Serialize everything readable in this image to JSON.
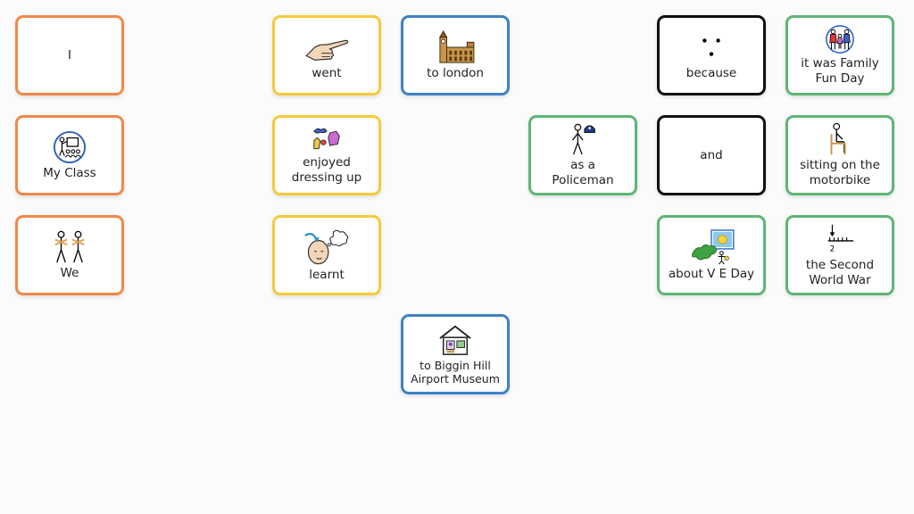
{
  "tiles": [
    {
      "label": "I",
      "icon": "no-icon",
      "border": "#f0884b"
    },
    {
      "label": "My Class",
      "icon": "class-teacher-icon",
      "border": "#f0884b"
    },
    {
      "label": "We",
      "icon": "two-people-icon",
      "border": "#f0884b"
    },
    {
      "label": "went",
      "icon": "pointing-hand-icon",
      "border": "#f6ca3a"
    },
    {
      "label": "enjoyed dressing up",
      "icon": "dressing-up-icon",
      "border": "#f6ca3a"
    },
    {
      "label": "learnt",
      "icon": "head-thinking-icon",
      "border": "#f6ca3a"
    },
    {
      "label": "to london",
      "icon": "big-ben-parliament-icon",
      "border": "#3f82c4"
    },
    {
      "label": "to Biggin Hill Airport Museum",
      "icon": "museum-house-icon",
      "border": "#3f82c4"
    },
    {
      "label": "as a Policeman",
      "icon": "policeman-icon",
      "border": "#5db674"
    },
    {
      "label": "because",
      "icon": "dots-icon",
      "border": "#111111"
    },
    {
      "label": "and",
      "icon": "no-icon",
      "border": "#111111"
    },
    {
      "label": "about V E Day",
      "icon": "europe-sun-icon",
      "border": "#5db674"
    },
    {
      "label": "it was Family Fun Day",
      "icon": "family-icon",
      "border": "#5db674"
    },
    {
      "label": "sitting on the motorbike",
      "icon": "sitting-person-icon",
      "border": "#5db674"
    },
    {
      "label": "the Second World War",
      "icon": "timeline-icon",
      "border": "#5db674"
    }
  ]
}
